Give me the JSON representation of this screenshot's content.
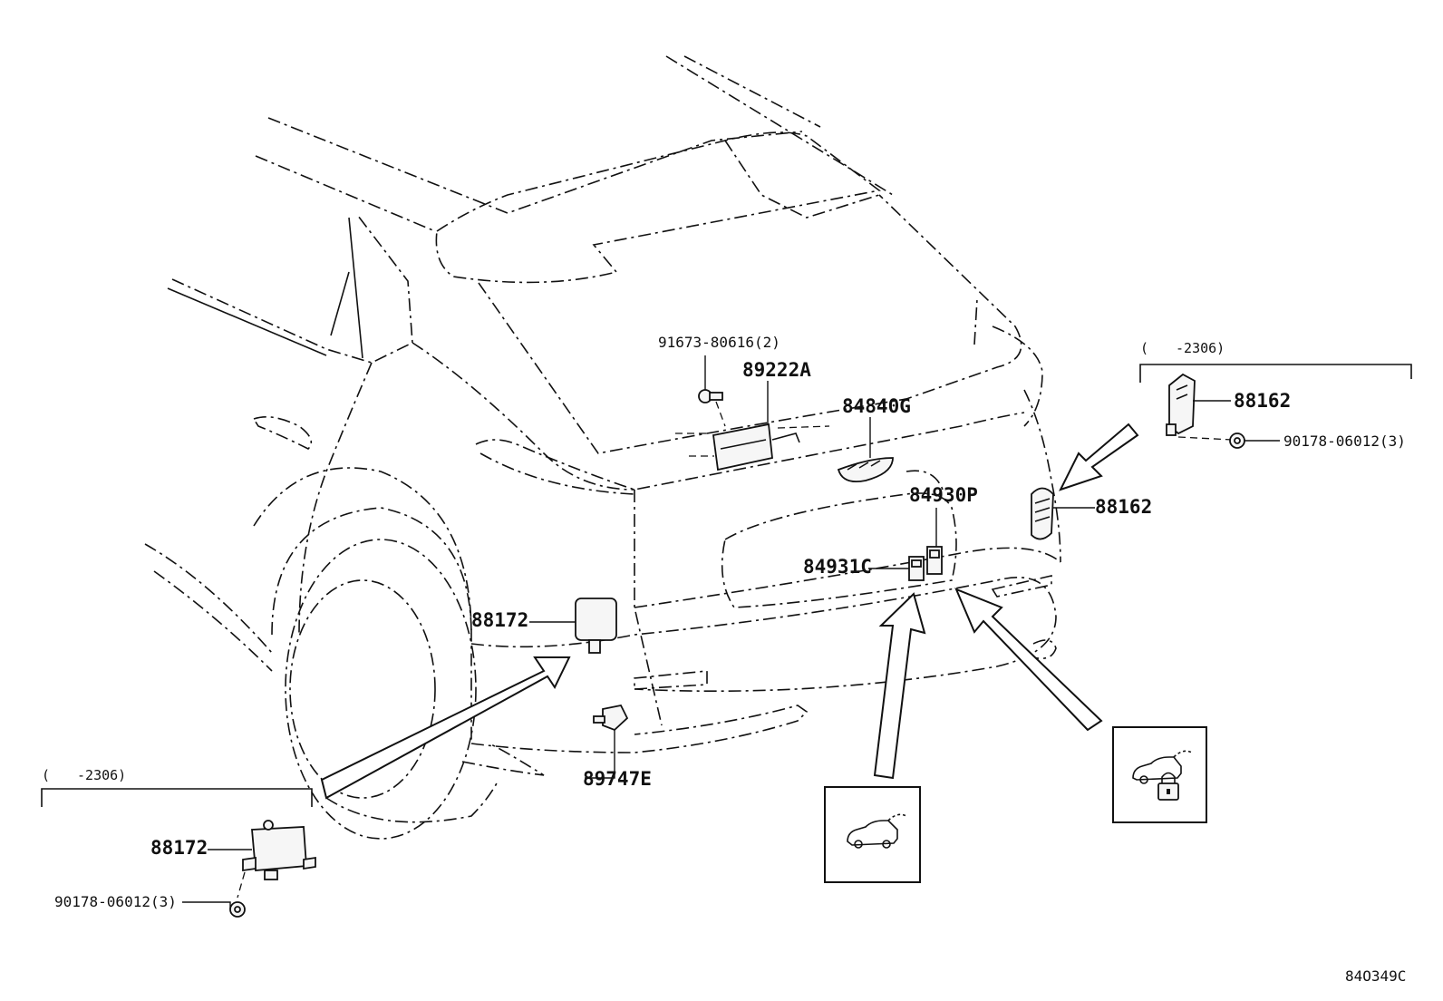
{
  "diagram_code": "84O349C",
  "range_labels": {
    "upper_right": "(　　-2306)",
    "lower_left": "(　　-2306)"
  },
  "parts": {
    "bolt_91673": "91673-80616(2)",
    "ecu_89222A": "89222A",
    "switch_84840G": "84840G",
    "switch_84930P": "84930P",
    "switch_84931C": "84931C",
    "sensor_88162_top": "88162",
    "sensor_88162_body": "88162",
    "nut_90178_right": "90178-06012(3)",
    "sensor_88172_body": "88172",
    "sensor_89747E": "89747E",
    "sensor_88172_inset": "88172",
    "nut_90178_left": "90178-06012(3)"
  },
  "icons": {
    "open_door_icon": "car-with-back-door-open-icon",
    "lock_door_icon": "car-back-door-lock-icon"
  }
}
